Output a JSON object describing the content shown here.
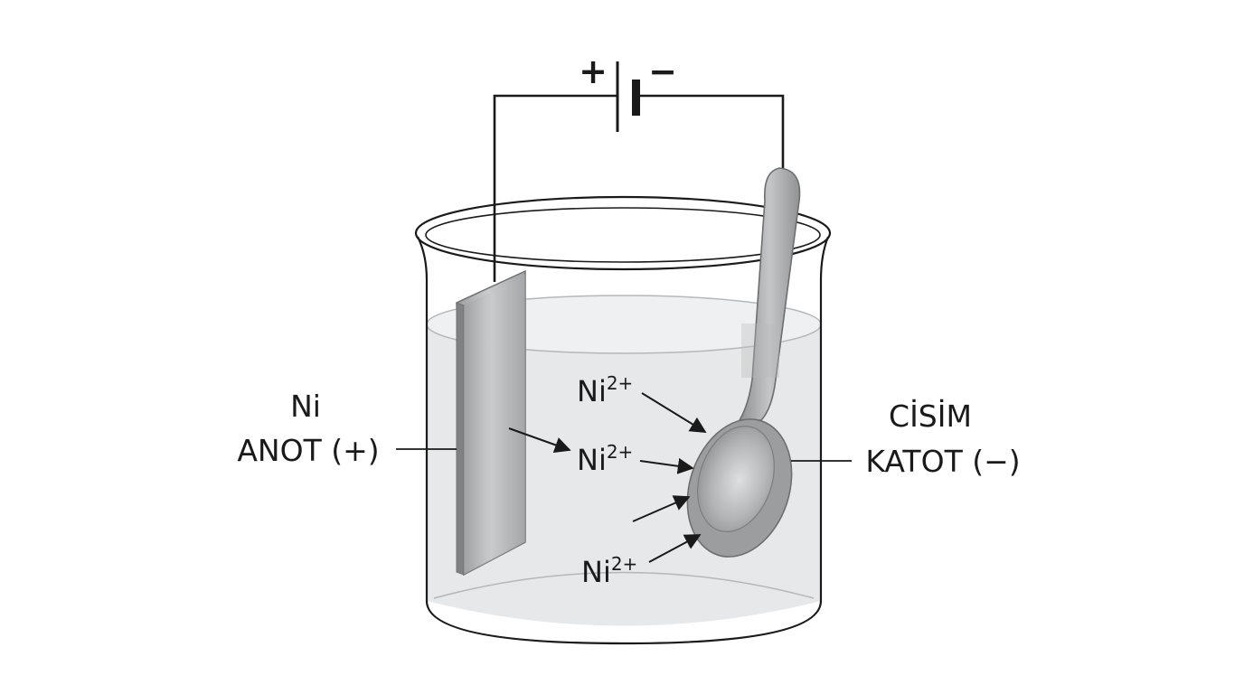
{
  "battery": {
    "plus": "+",
    "minus": "−"
  },
  "anode": {
    "line1": "Ni",
    "line2": "ANOT (+)"
  },
  "cathode": {
    "line1": "CİSİM",
    "line2": "KATOT (−)"
  },
  "ions": [
    {
      "base": "Ni",
      "charge": "2+"
    },
    {
      "base": "Ni",
      "charge": "2+"
    },
    {
      "base": "Ni",
      "charge": "2+"
    }
  ],
  "colors": {
    "stroke": "#1a1a1a",
    "solution": "#e8eaeb",
    "metal": "#a9abad",
    "spoon": "#9c9ea0"
  }
}
